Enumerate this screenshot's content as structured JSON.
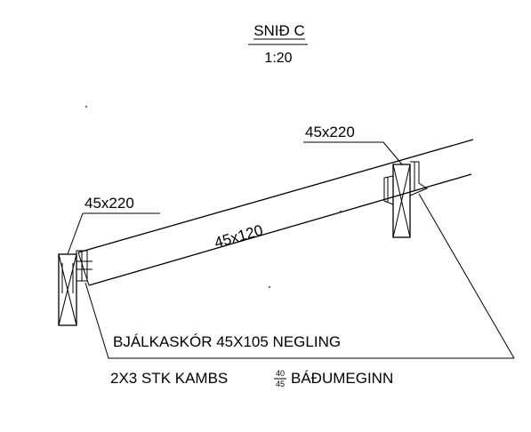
{
  "section": {
    "title": "SNIÐ C",
    "scale": "1:20"
  },
  "beams": {
    "left_post_label": "45x220",
    "right_post_label": "45x220",
    "rafter_label": "45x120"
  },
  "note": {
    "line1": "BJÁLKASKÓR 45X105 NEGLING",
    "line2_prefix": "2X3 STK KAMBS",
    "fraction_numerator": "40",
    "fraction_denominator": "45",
    "line2_suffix": "BÁÐUMEGINN"
  }
}
